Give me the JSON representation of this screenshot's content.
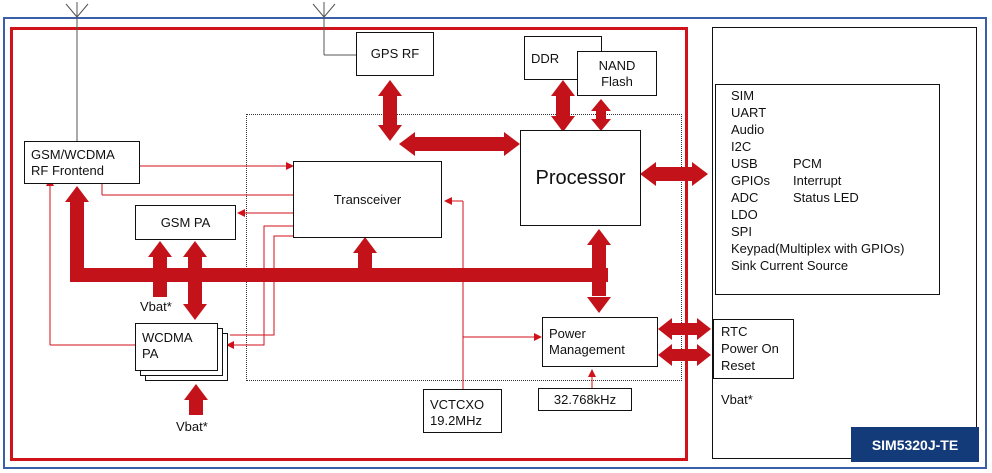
{
  "blocks": {
    "gps_rf": "GPS RF",
    "ddr": "DDR",
    "nand_flash": "NAND\nFlash",
    "gsm_wcdma_frontend": "GSM/WCDMA\nRF Frontend",
    "transceiver": "Transceiver",
    "processor": "Processor",
    "gsm_pa": "GSM PA",
    "wcdma_pa": "WCDMA\nPA",
    "power_management": "Power\nManagement",
    "vctcxo": "VCTCXO\n19.2MHz",
    "crystal": "32.768kHz"
  },
  "labels": {
    "vbat_gsm": "Vbat*",
    "vbat_wcdma": "Vbat*",
    "vbat_right": "Vbat*"
  },
  "interfaces": {
    "left_column": [
      "SIM",
      "UART",
      "Audio",
      "I2C",
      "USB",
      "GPIOs",
      "ADC",
      "LDO",
      "SPI",
      "Keypad(Multiplex with GPIOs)",
      "Sink Current Source"
    ],
    "multiplexed": [
      "PCM",
      "Interrupt",
      "Status LED"
    ]
  },
  "power_io": [
    "RTC",
    "Power On",
    "Reset"
  ],
  "model_badge": "SIM5320J-TE",
  "colors": {
    "frame_outer": "#3a5ea8",
    "frame_module": "#d0121b",
    "arrow": "#c3121a",
    "badge_bg": "#133a79"
  }
}
